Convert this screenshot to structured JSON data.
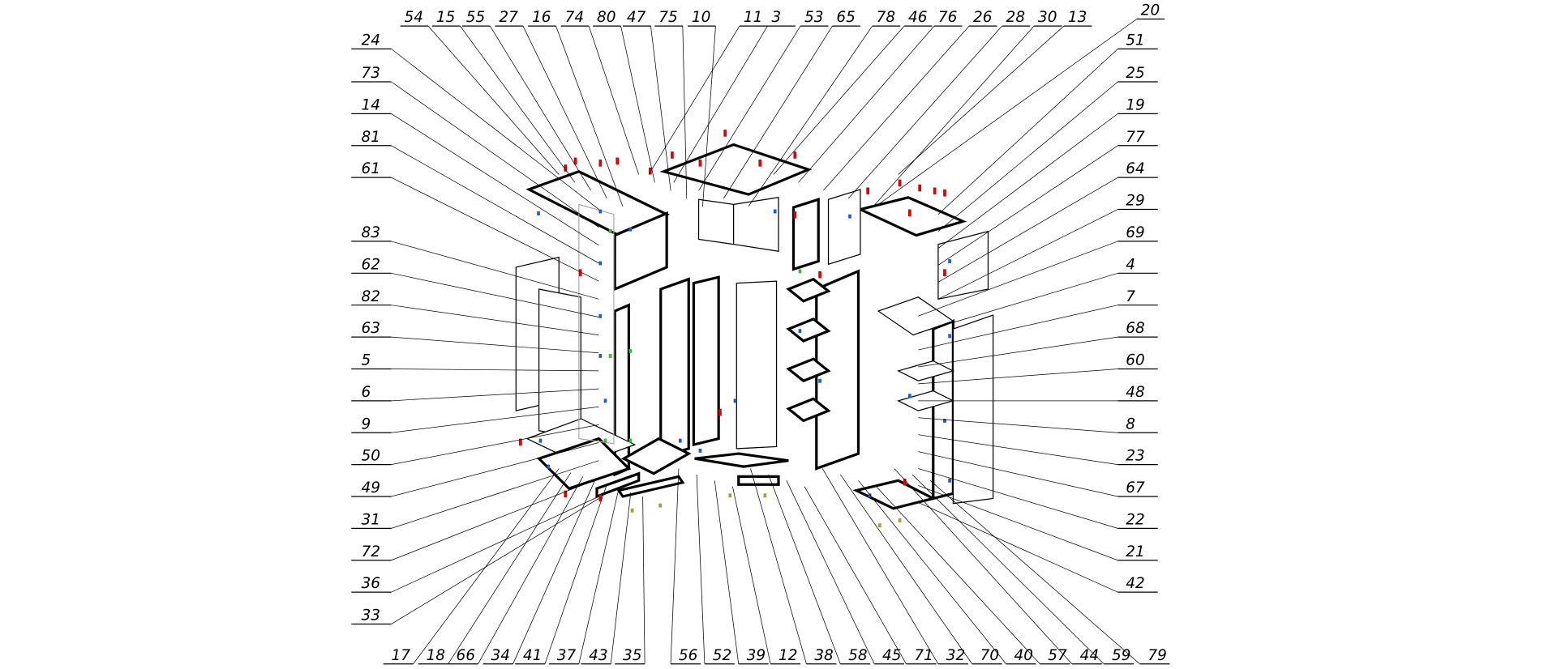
{
  "diagram": {
    "type": "exploded-assembly",
    "labels_top": [
      "54",
      "15",
      "55",
      "27",
      "16",
      "74",
      "80",
      "47",
      "75",
      "10",
      "11",
      "3",
      "53",
      "65",
      "78",
      "46",
      "76",
      "26",
      "28",
      "30",
      "13",
      "20"
    ],
    "labels_left": [
      "24",
      "73",
      "14",
      "81",
      "61",
      "83",
      "62",
      "82",
      "63",
      "5",
      "6",
      "9",
      "50",
      "49",
      "31",
      "72",
      "36",
      "33"
    ],
    "labels_right": [
      "51",
      "25",
      "19",
      "77",
      "64",
      "29",
      "69",
      "4",
      "7",
      "68",
      "60",
      "48",
      "8",
      "23",
      "67",
      "22",
      "21",
      "42"
    ],
    "labels_bottom": [
      "17",
      "18",
      "66",
      "34",
      "41",
      "37",
      "43",
      "35",
      "56",
      "52",
      "39",
      "12",
      "38",
      "58",
      "45",
      "71",
      "32",
      "70",
      "40",
      "57",
      "44",
      "59",
      "79"
    ],
    "colors": {
      "fastener_red": "#e00000",
      "fastener_blue": "#1060e0",
      "fastener_green": "#30c030",
      "fastener_olive": "#a0a030",
      "fitting_brown": "#a06020"
    }
  }
}
